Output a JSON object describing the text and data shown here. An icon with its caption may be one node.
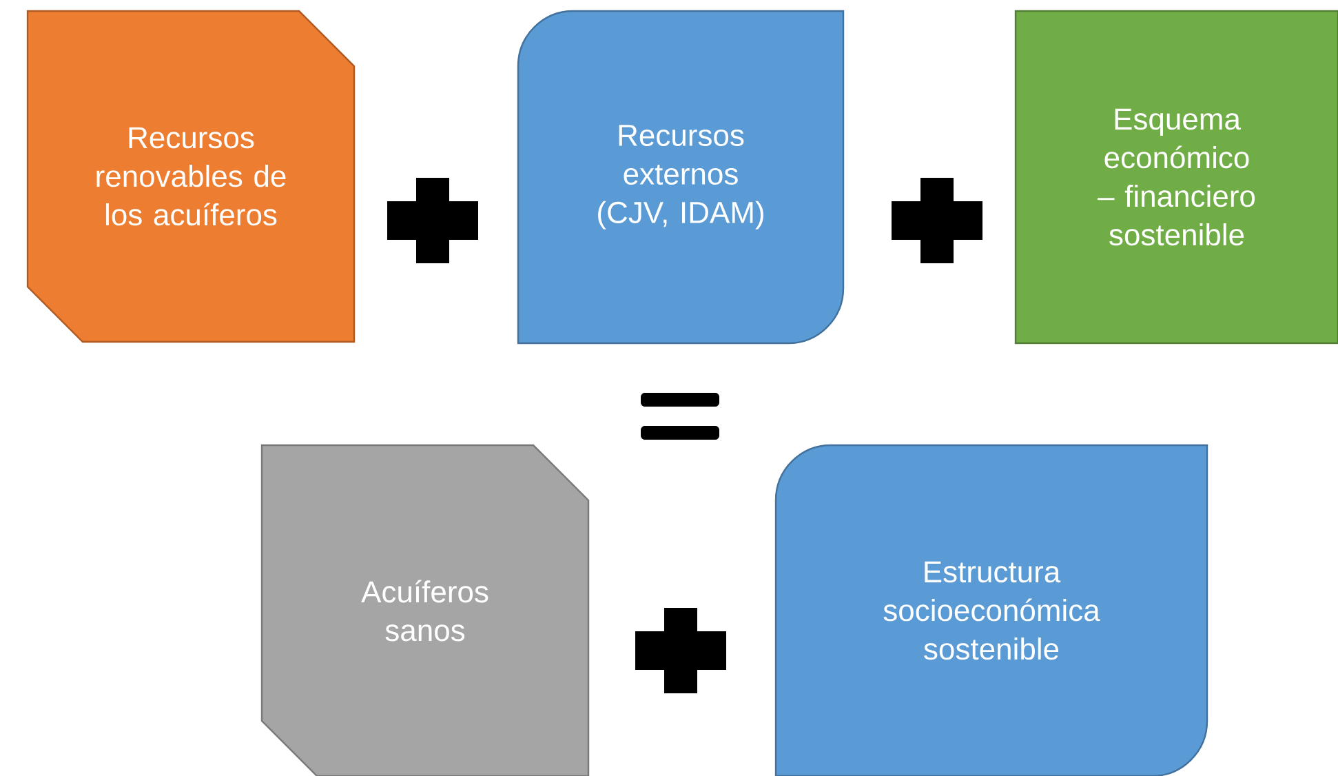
{
  "diagram": {
    "nodes": [
      {
        "text": [
          "Recursos renovables de los acuíferos"
        ]
      },
      {
        "text": [
          "Recursos externos (CJV, IDAM)"
        ]
      },
      {
        "text": [
          "Esquema económico – financiero sostenible"
        ]
      },
      {
        "text": [
          "Acuíferos sanos"
        ]
      },
      {
        "text": [
          "Estructura socioeconómica sostenible"
        ]
      }
    ]
  }
}
